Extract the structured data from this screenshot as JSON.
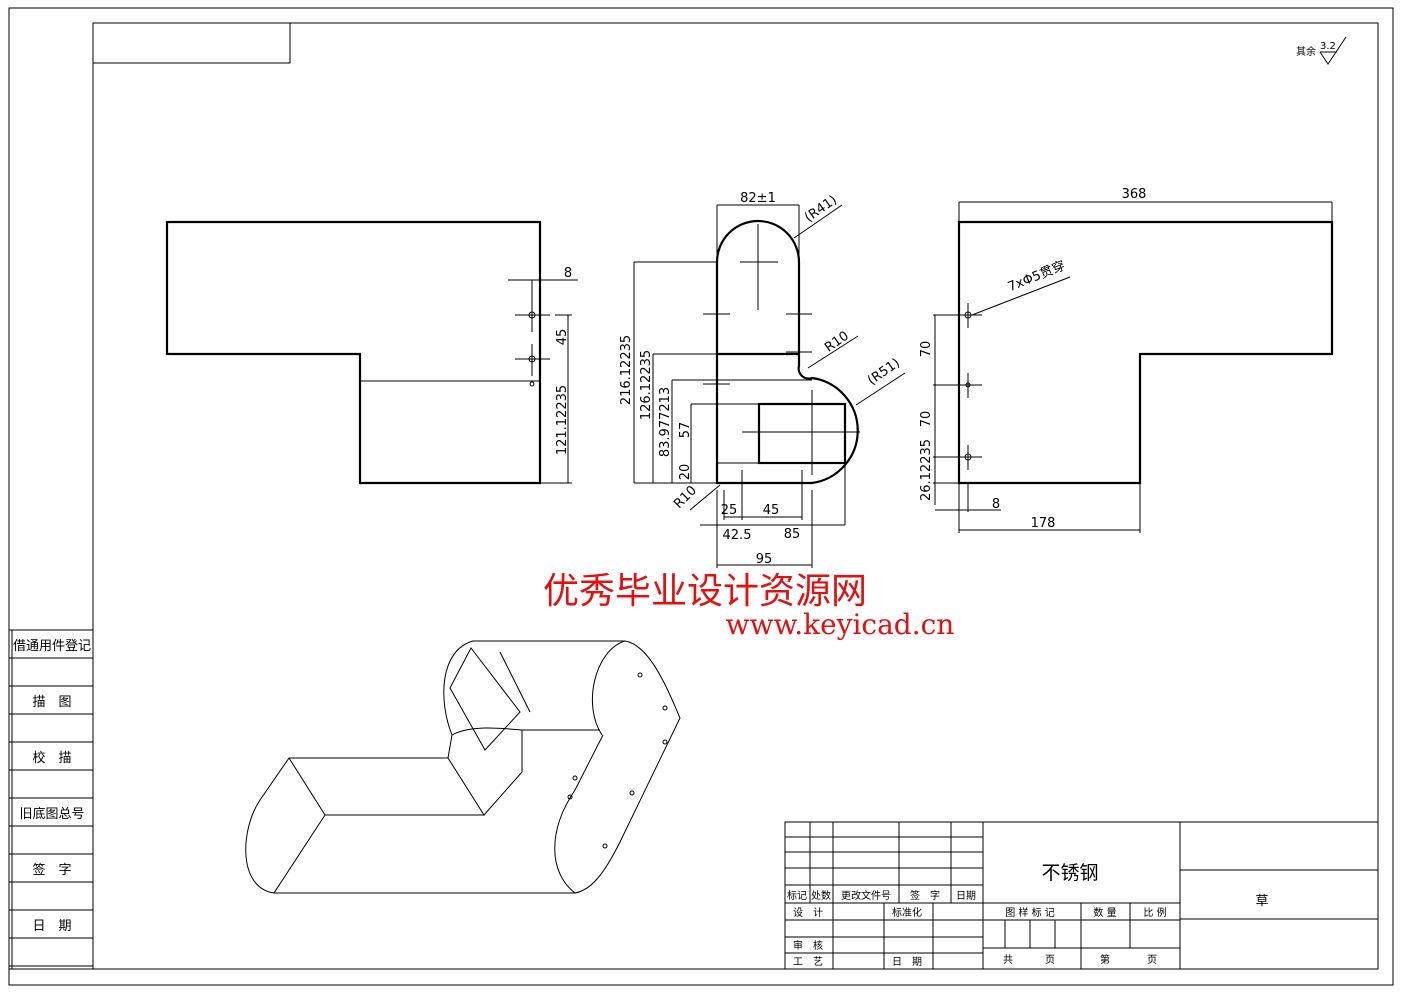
{
  "roughness": {
    "label": "其余",
    "value": "3.2"
  },
  "sidebar": [
    "借通用件登记",
    "描　图",
    "校　描",
    "旧底图总号",
    "签　字",
    "日　期"
  ],
  "left_view": {
    "dims": [
      "8",
      "45",
      "121.12235"
    ]
  },
  "middle_view": {
    "dims": [
      "82±1",
      "(R41)",
      "R10",
      "(R51)",
      "216.12235",
      "126.12235",
      "83.977213",
      "57",
      "20",
      "R10",
      "25",
      "45",
      "42.5",
      "85",
      "95"
    ]
  },
  "right_view": {
    "dims": [
      "368",
      "7xΦ5贯穿",
      "70",
      "70",
      "26.12235",
      "8",
      "178"
    ]
  },
  "watermark": {
    "line1": "优秀毕业设计资源网",
    "line2": "www.keyicad.cn"
  },
  "title_block": {
    "material": "不锈钢",
    "right_label": "草",
    "rev_headers": [
      "标记",
      "处数",
      "更改文件号",
      "签　字",
      "日期"
    ],
    "roles": {
      "design": "设　计",
      "standard": "标准化",
      "review": "审　核",
      "process": "工　艺",
      "date": "日　期"
    },
    "mark_headers": [
      "图 样 标 记",
      "数 量",
      "比 例"
    ],
    "pages": {
      "total": "共",
      "total_unit": "页",
      "index": "第",
      "index_unit": "页"
    }
  },
  "colors": {
    "line": "#000000",
    "watermark": "#e31010"
  }
}
